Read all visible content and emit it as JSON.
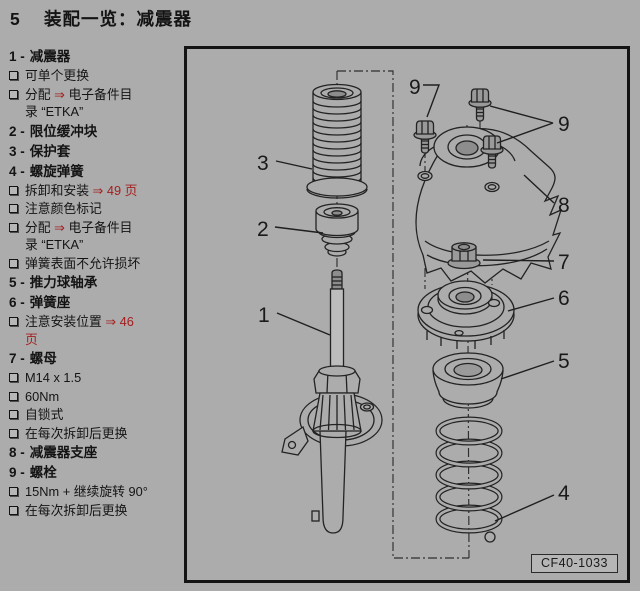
{
  "page": {
    "background": "#acacac",
    "text_color": "#141414",
    "accent_red": "#a31f1f"
  },
  "header": {
    "section_number": "5",
    "title": "装配一览：减震器"
  },
  "parts_list": {
    "items": [
      {
        "num": "1",
        "name": "减震器",
        "notes": [
          {
            "segments": [
              {
                "t": "可单个更换"
              }
            ]
          },
          {
            "segments": [
              {
                "t": "分配 "
              },
              {
                "t": "⇒",
                "red": true
              },
              {
                "t": " 电子备件目",
                "br": true
              },
              {
                "t": "录 “ETKA”"
              }
            ]
          }
        ]
      },
      {
        "num": "2",
        "name": "限位缓冲块",
        "notes": []
      },
      {
        "num": "3",
        "name": "保护套",
        "notes": []
      },
      {
        "num": "4",
        "name": "螺旋弹簧",
        "notes": [
          {
            "segments": [
              {
                "t": "拆卸和安装 "
              },
              {
                "t": "⇒ 49 页",
                "red": true
              }
            ]
          },
          {
            "segments": [
              {
                "t": "注意颜色标记"
              }
            ]
          },
          {
            "segments": [
              {
                "t": "分配 "
              },
              {
                "t": "⇒",
                "red": true
              },
              {
                "t": " 电子备件目",
                "br": true
              },
              {
                "t": "录 “ETKA”"
              }
            ]
          },
          {
            "segments": [
              {
                "t": "弹簧表面不允许损坏"
              }
            ]
          }
        ]
      },
      {
        "num": "5",
        "name": "推力球轴承",
        "notes": []
      },
      {
        "num": "6",
        "name": "弹簧座",
        "notes": [
          {
            "segments": [
              {
                "t": "注意安装位置 "
              },
              {
                "t": "⇒ 46",
                "red": true,
                "br": true
              },
              {
                "t": "页",
                "red": true
              }
            ]
          }
        ]
      },
      {
        "num": "7",
        "name": "螺母",
        "notes": [
          {
            "segments": [
              {
                "t": "M14 x 1.5"
              }
            ]
          },
          {
            "segments": [
              {
                "t": "60Nm"
              }
            ]
          },
          {
            "segments": [
              {
                "t": "自锁式"
              }
            ]
          },
          {
            "segments": [
              {
                "t": "在每次拆卸后更换"
              }
            ]
          }
        ]
      },
      {
        "num": "8",
        "name": "减震器支座",
        "notes": []
      },
      {
        "num": "9",
        "name": "螺栓",
        "notes": [
          {
            "segments": [
              {
                "t": "15Nm + 继续旋转 90°"
              }
            ]
          },
          {
            "segments": [
              {
                "t": "在每次拆卸后更换"
              }
            ]
          }
        ]
      }
    ]
  },
  "diagram": {
    "callouts": {
      "c1": "1",
      "c2": "2",
      "c3": "3",
      "c4": "4",
      "c5": "5",
      "c6": "6",
      "c7": "7",
      "c8": "8",
      "c9a": "9",
      "c9b": "9"
    },
    "figure_code": "CF40-1033"
  }
}
